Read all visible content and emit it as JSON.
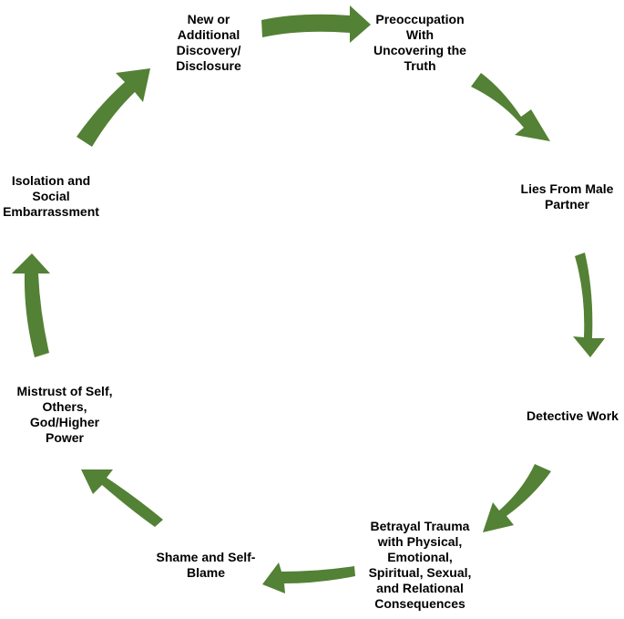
{
  "colors": {
    "arrow": "#538135",
    "text": "#000000",
    "background": "#ffffff"
  },
  "nodes": [
    {
      "label": "New or\nAdditional\nDiscovery/\nDisclosure"
    },
    {
      "label": "Preoccupation\nWith\nUncovering the\nTruth"
    },
    {
      "label": "Lies From Male\nPartner"
    },
    {
      "label": "Detective Work"
    },
    {
      "label": "Betrayal Trauma\nwith Physical,\nEmotional,\nSpiritual, Sexual,\nand Relational\nConsequences"
    },
    {
      "label": "Shame and Self-\nBlame"
    },
    {
      "label": "Mistrust of Self,\nOthers,\nGod/Higher\nPower"
    },
    {
      "label": "Isolation and\nSocial\nEmbarrassment"
    }
  ],
  "arrows": [
    {
      "from": 0,
      "to": 1,
      "icon": "curved-arrow-right-icon"
    },
    {
      "from": 1,
      "to": 2,
      "icon": "curved-arrow-down-right-icon"
    },
    {
      "from": 2,
      "to": 3,
      "icon": "curved-arrow-down-icon"
    },
    {
      "from": 3,
      "to": 4,
      "icon": "curved-arrow-down-left-icon"
    },
    {
      "from": 4,
      "to": 5,
      "icon": "curved-arrow-left-icon"
    },
    {
      "from": 5,
      "to": 6,
      "icon": "curved-arrow-up-left-icon"
    },
    {
      "from": 6,
      "to": 7,
      "icon": "curved-arrow-up-icon"
    },
    {
      "from": 7,
      "to": 0,
      "icon": "curved-arrow-up-right-icon"
    }
  ]
}
